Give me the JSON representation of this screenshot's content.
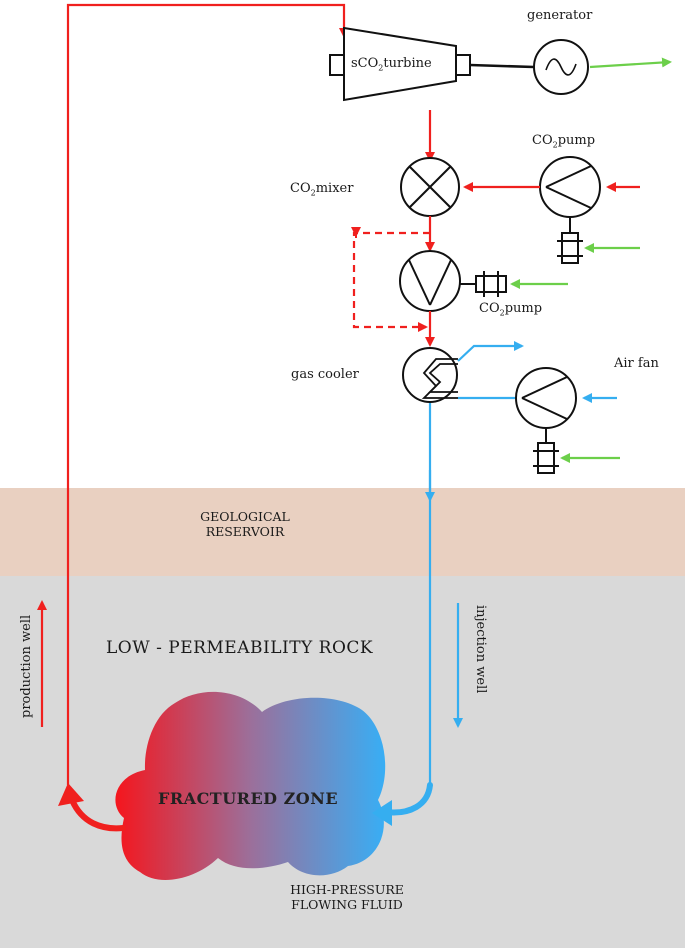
{
  "labels": {
    "turbine_prefix": "sCO",
    "turbine_sub": "2",
    "turbine_suffix": "turbine",
    "generator": "generator",
    "pump_top_prefix": "CO",
    "pump_top_sub": "2",
    "pump_top_suffix": "pump",
    "mixer_prefix": "CO",
    "mixer_sub": "2",
    "mixer_suffix": "mixer",
    "pump_mid_prefix": "CO",
    "pump_mid_sub": "2",
    "pump_mid_suffix": "pump",
    "gas_cooler": "gas cooler",
    "air_fan": "Air fan",
    "reservoir_line1": "GEOLOGICAL",
    "reservoir_line2": "RESERVOIR",
    "rock": "LOW - PERMEABILITY ROCK",
    "production_well": "production well",
    "injection_well": "injection well",
    "fractured_zone": "FRACTURED ZONE",
    "fluid_line1": "HIGH-PRESSURE",
    "fluid_line2": "FLOWING FLUID"
  },
  "colors": {
    "hot": "#f0201e",
    "cold": "#35aef0",
    "power": "#6ccf4a",
    "reservoir": "#e9d0c1",
    "rock": "#d9d9d9",
    "line": "#111111"
  }
}
